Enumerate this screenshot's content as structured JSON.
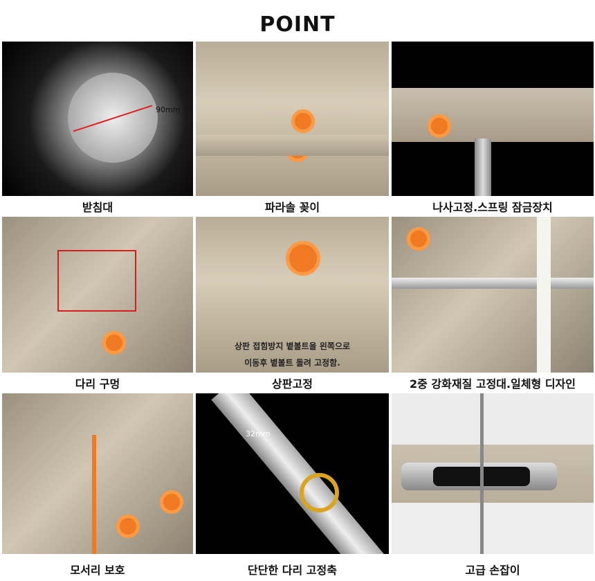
{
  "title": "POINT",
  "items": [
    {
      "caption": "받침대",
      "annotation": "90mm"
    },
    {
      "caption": "파라솔 꽂이"
    },
    {
      "caption": "나사고정.스프링 잠금장치"
    },
    {
      "caption": "다리 구멍"
    },
    {
      "caption": "상판고정",
      "overlay_lines": [
        "상판 접힘방지 볕볼트을 왼쪽으로",
        "이동후 볕볼트 돌려 고정함."
      ]
    },
    {
      "caption": "2중 강화재질 고정대.일체형 디자인"
    },
    {
      "caption": "모서리 보호"
    },
    {
      "caption": "단단한 다리 고정축",
      "annotation": "32mm"
    },
    {
      "caption": "고급 손잡이"
    }
  ]
}
